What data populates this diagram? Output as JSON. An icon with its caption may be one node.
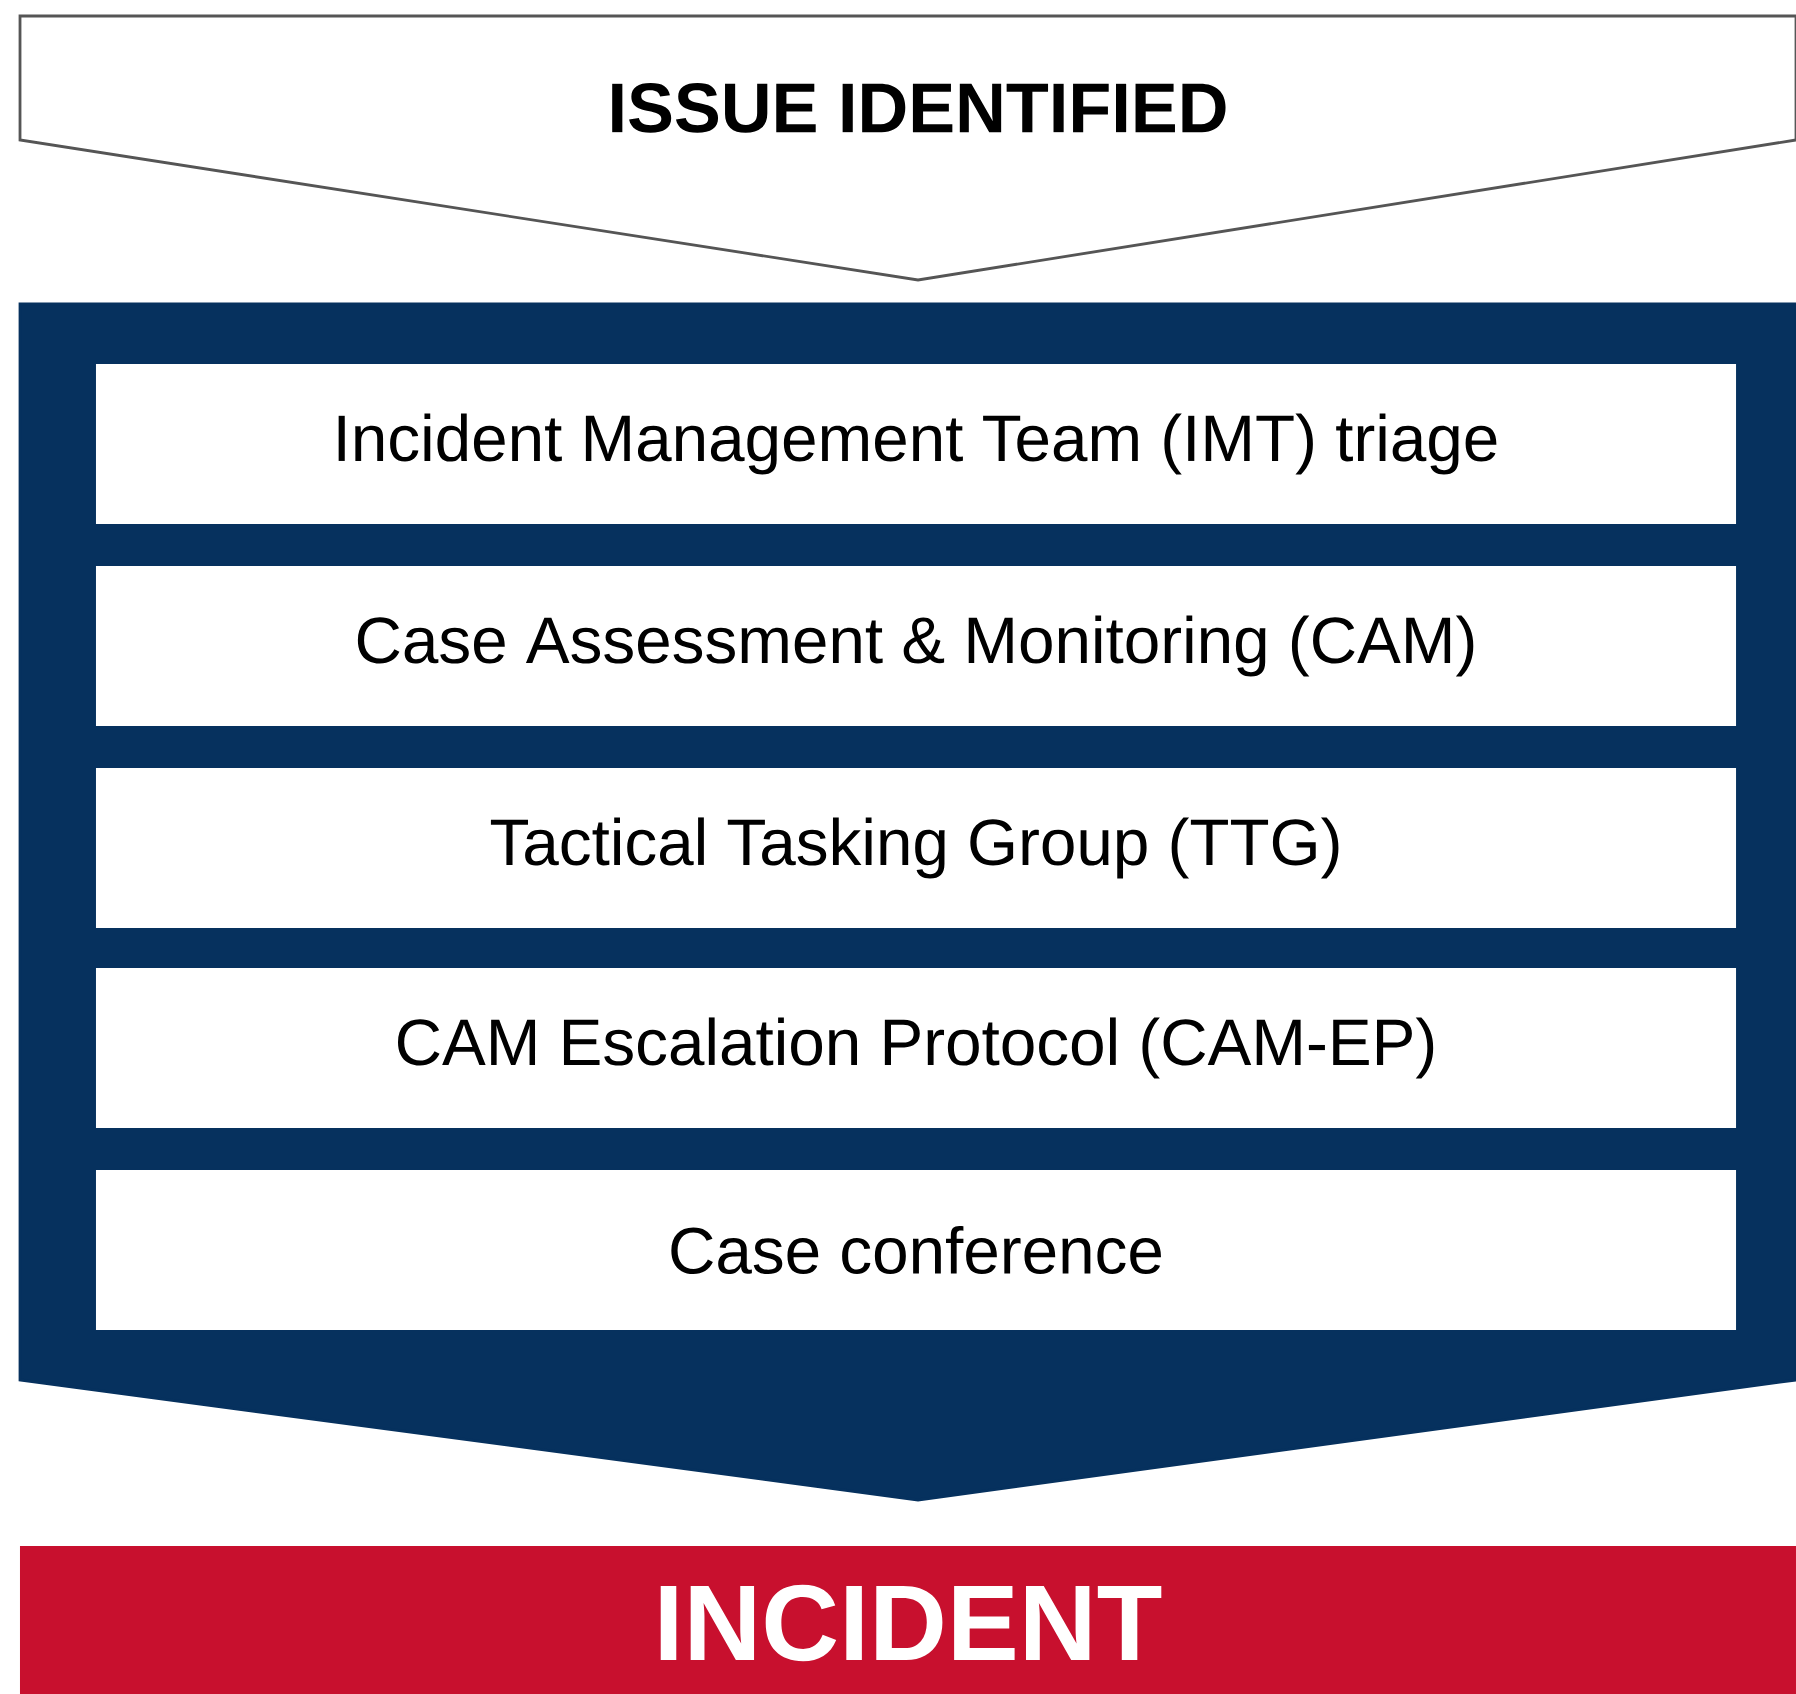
{
  "diagram": {
    "nodes": [
      {
        "text": [
          "ISSUE IDENTIFIED"
        ]
      },
      {
        "text": [],
        "shape": "chevron"
      },
      {
        "text": [
          "Incident Management Team (IMT) triage"
        ],
        "in": 1
      },
      {
        "text": [
          "Case Assessment & Monitoring (CAM)"
        ],
        "in": 1
      },
      {
        "text": [
          "Tactical Tasking Group (TTG)"
        ],
        "in": 1
      },
      {
        "text": [
          "CAM Escalation Protocol (CAM-EP)"
        ],
        "in": 1
      },
      {
        "text": [
          "Case conference"
        ],
        "in": 1
      },
      {
        "text": [
          "INCIDENT"
        ]
      }
    ]
  }
}
